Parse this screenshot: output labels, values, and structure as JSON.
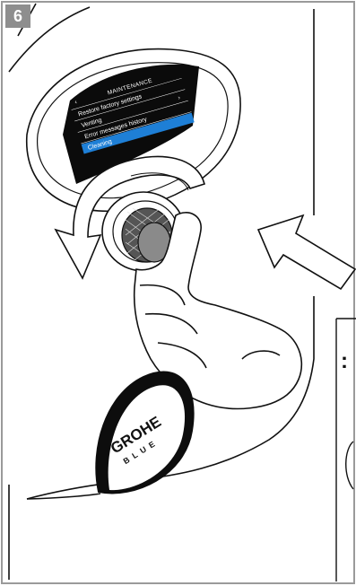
{
  "step": {
    "number": "6"
  },
  "display": {
    "title": "MAINTENANCE",
    "items": [
      "Restore factory settings",
      "Venting",
      "Error messages history",
      "Cleaning"
    ],
    "selected_index": 3
  },
  "brand": {
    "line1": "GROHE",
    "line2": "BLUE"
  },
  "side_panel": {
    "marker": ":"
  },
  "colors": {
    "badge": "#8e8e8e",
    "highlight": "#1e7fd6",
    "screen": "#0b0b0b",
    "line": "#111111"
  },
  "icons": [
    "rotate-arrow-icon",
    "push-arrow-icon",
    "hand-icon",
    "knob-icon"
  ]
}
